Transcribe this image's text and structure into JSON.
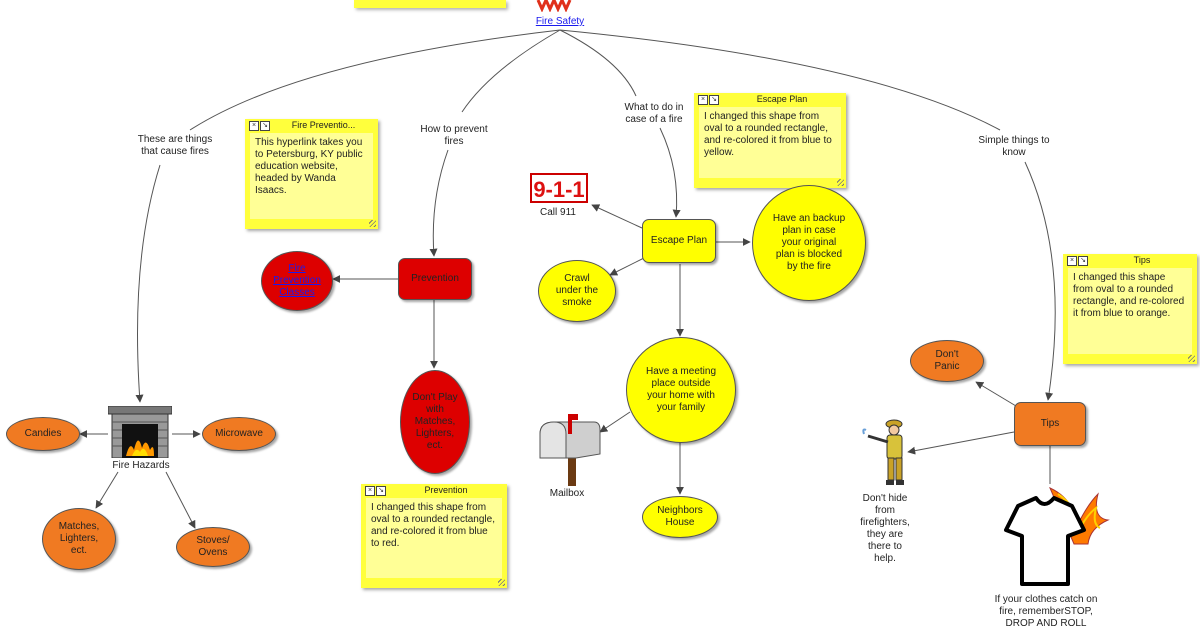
{
  "root": {
    "label": "Fire Safety"
  },
  "links": {
    "causes": "These are things\nthat cause fires",
    "prevent": "How to prevent\nfires",
    "todo": "What to do in\ncase of a fire",
    "simple": "Simple things to\nknow"
  },
  "hazards": {
    "center_label": "Fire Hazards",
    "candles": "Candies",
    "microwave": "Microwave",
    "matches": "Matches,\nLighters,\nect.",
    "stoves": "Stoves/\nOvens"
  },
  "prevention": {
    "box": "Prevention",
    "classes_link": "Fire\nPrevention\nClasses",
    "dont_play": "Don't Play\nwith\nMatches,\nLighters,\nect."
  },
  "escape": {
    "box": "Escape Plan",
    "badge": "9-1-1",
    "call": "Call 911",
    "crawl": "Crawl\nunder the\nsmoke",
    "backup": "Have an backup\nplan in case\nyour original\nplan is blocked\nby the fire",
    "meeting": "Have a meeting\nplace outside\nyour home with\nyour family",
    "mailbox": "Mailbox",
    "neighbors": "Neighbors\nHouse"
  },
  "tips": {
    "box": "Tips",
    "dont_panic": "Don't\nPanic",
    "firefighter": "Don't hide\nfrom\nfirefighters,\nthey are\nthere to\nhelp.",
    "clothes": "If your clothes catch on\nfire, rememberSTOP,\nDROP AND ROLL"
  },
  "notes": {
    "fire_prev": {
      "title": "Fire Preventio...",
      "body": "This hyperlink takes you to Petersburg, KY public education website, headed by Wanda Isaacs."
    },
    "escape": {
      "title": "Escape Plan",
      "body": "I changed this shape from oval to a rounded rectangle, and re-colored it from blue to yellow."
    },
    "prevention": {
      "title": "Prevention",
      "body": "I changed this shape from oval to a rounded rectangle, and re-colored it from blue to red."
    },
    "tips": {
      "title": "Tips",
      "body": "I changed this shape from oval to a rounded rectangle, and re-colored it from blue to orange."
    }
  },
  "colors": {
    "orange": "#f07a22",
    "yellow": "#ffff00",
    "red": "#dd0000",
    "note": "#ffff3c",
    "note_body": "#ffff96",
    "link": "#1a1aee"
  }
}
